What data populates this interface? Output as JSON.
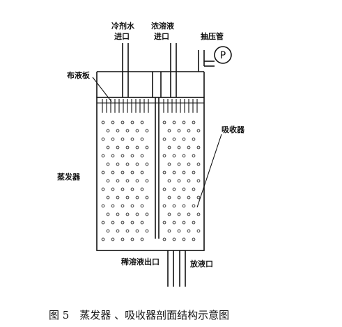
{
  "labels": {
    "cooling_water_inlet_line1": "冷剂水",
    "cooling_water_inlet_line2": "进口",
    "concentrated_solution_inlet_line1": "浓溶液",
    "concentrated_solution_inlet_line2": "进口",
    "vacuum_tube": "抽压管",
    "distribution_plate": "布液板",
    "absorber": "吸收器",
    "evaporator": "蒸发器",
    "dilute_solution_outlet": "稀溶液出口",
    "drain_outlet": "放液口",
    "pressure_gauge": "P"
  },
  "caption": "图 5　蒸发器 、吸收器剖面结构示意图"
}
